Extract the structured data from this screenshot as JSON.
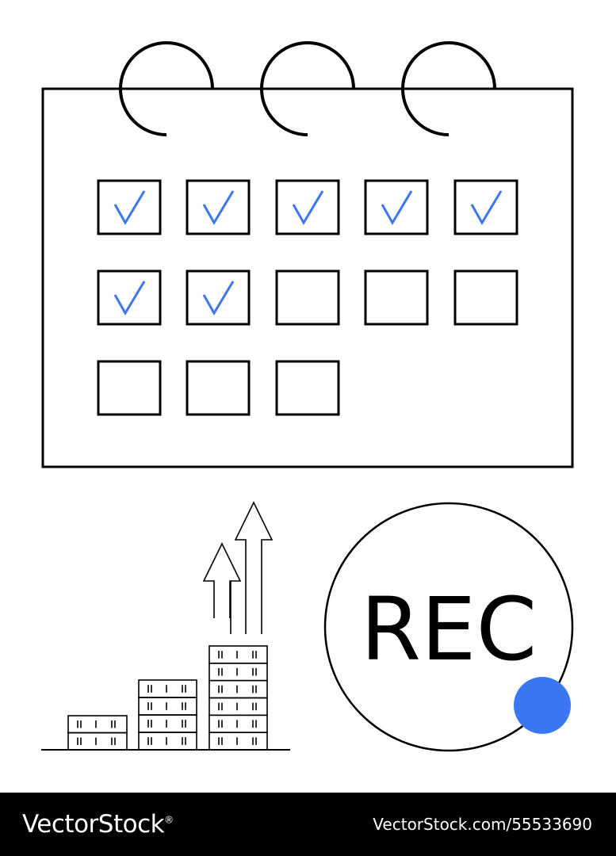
{
  "colors": {
    "line": "#000000",
    "accent": "#3b76f3",
    "background": "#ffffff",
    "footer_bg": "#000000",
    "footer_text": "#ffffff"
  },
  "calendar": {
    "total_cells": 13,
    "checked_cells": 7,
    "check_icon": "checkmark-icon",
    "binding_rings": 3
  },
  "growth_chart": {
    "icon": "bar-growth-icon",
    "columns": 3,
    "arrows": 2
  },
  "record": {
    "label": "REC",
    "indicator_icon": "record-dot-icon"
  },
  "footer": {
    "brand": "VectorStock",
    "brand_mark": "®",
    "image_id": "VectorStock.com/55533690"
  }
}
